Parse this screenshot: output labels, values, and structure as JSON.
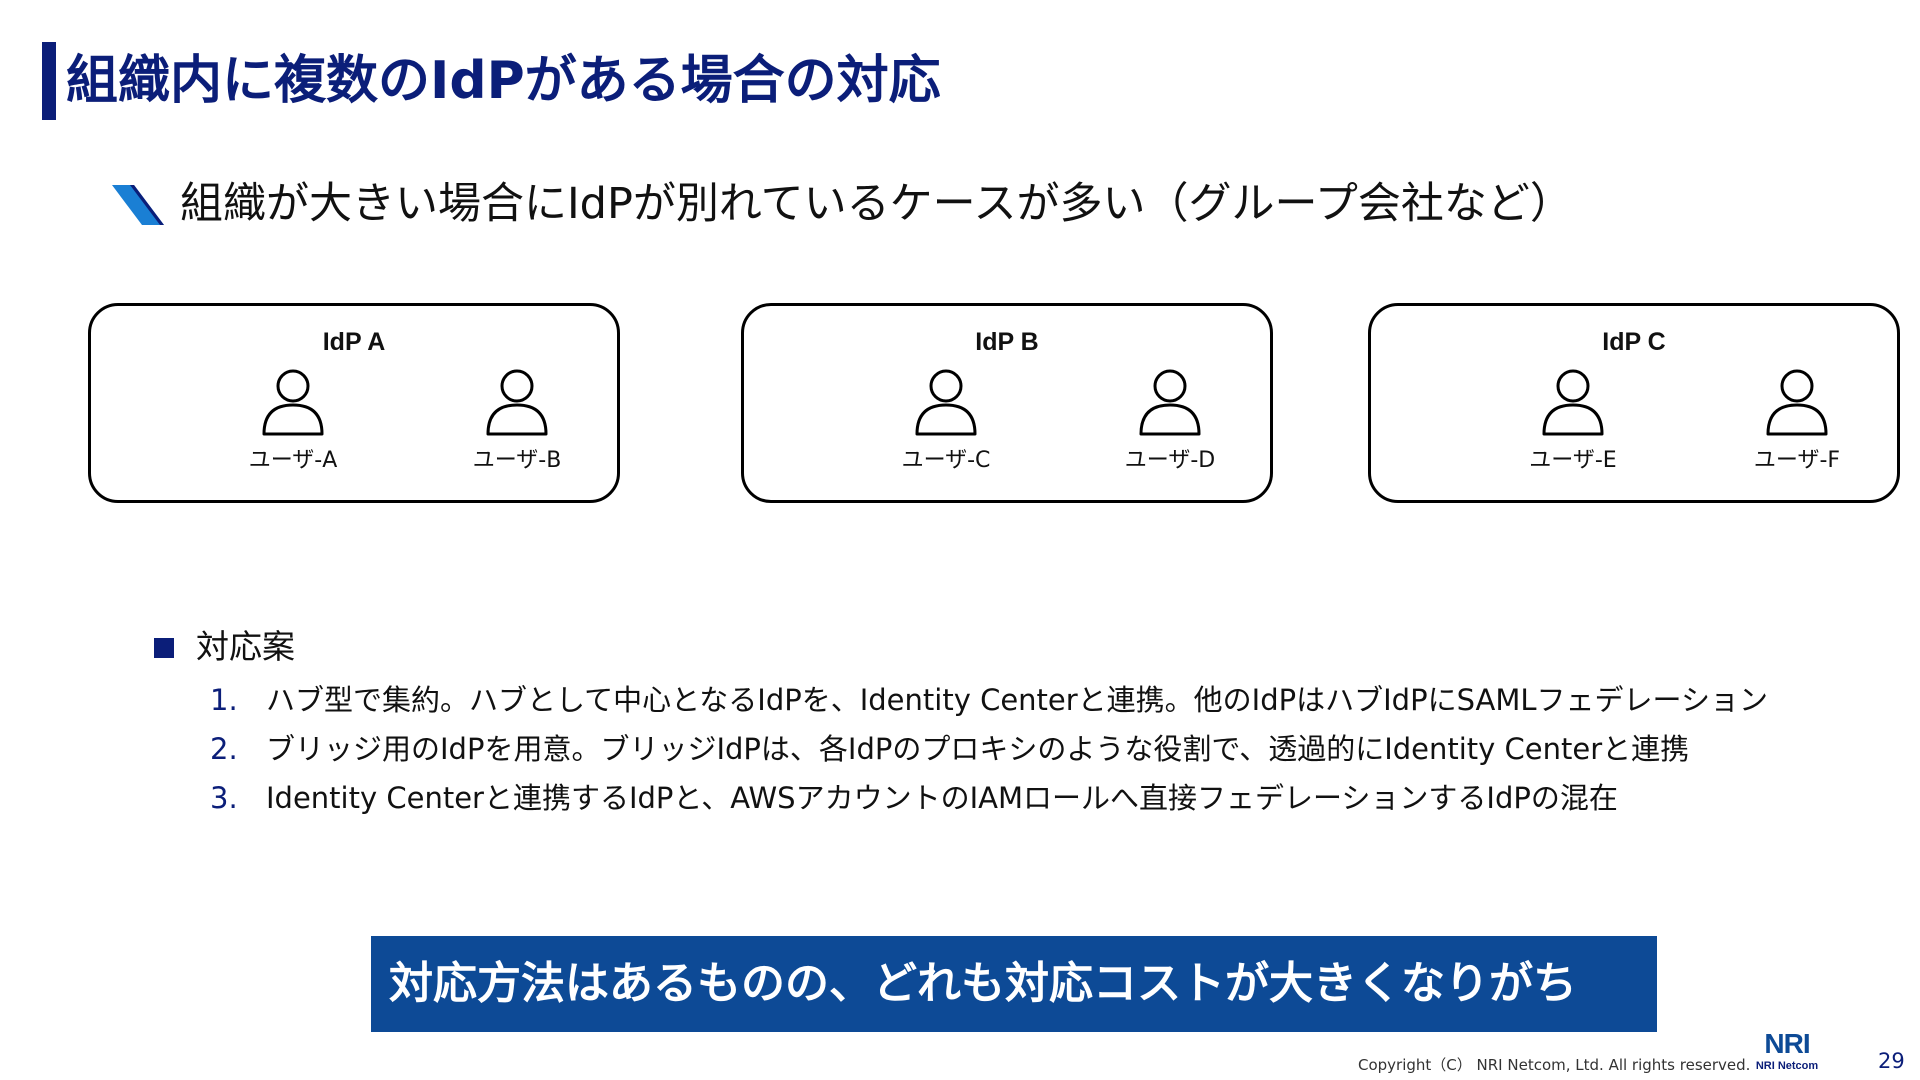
{
  "slide": {
    "title": "組織内に複数のIdPがある場合の対応",
    "subtitle": "組織が大きい場合にIdPが別れているケースが多い（グループ会社など）",
    "idps": [
      {
        "label": "IdP A",
        "users": [
          "ユーザ-A",
          "ユーザ-B"
        ]
      },
      {
        "label": "IdP B",
        "users": [
          "ユーザ-C",
          "ユーザ-D"
        ]
      },
      {
        "label": "IdP C",
        "users": [
          "ユーザ-E",
          "ユーザ-F"
        ]
      }
    ],
    "section_title": "対応案",
    "items": [
      {
        "num": "1.",
        "text": "ハブ型で集約。ハブとして中心となるIdPを、Identity Centerと連携。他のIdPはハブIdPにSAMLフェデレーション"
      },
      {
        "num": "2.",
        "text": "ブリッジ用のIdPを用意。ブリッジIdPは、各IdPのプロキシのような役割で、透過的にIdentity Centerと連携"
      },
      {
        "num": "3.",
        "text": "Identity Centerと連携するIdPと、AWSアカウントのIAMロールへ直接フェデレーションするIdPの混在"
      }
    ],
    "callout": "対応方法はあるものの、どれも対応コストが大きくなりがち"
  },
  "footer": {
    "copyright": "Copyright（C） NRI Netcom, Ltd. All rights reserved.",
    "logo_mark": "NRI",
    "logo_text": "NRI Netcom",
    "page_number": "29"
  },
  "colors": {
    "primary": "#0b1e79",
    "callout_bg": "#0d4a96",
    "accent": "#1a7fd4"
  },
  "icons": {
    "user": "person-outline-icon",
    "subtitle_marker": "parallelogram-marker-icon"
  }
}
